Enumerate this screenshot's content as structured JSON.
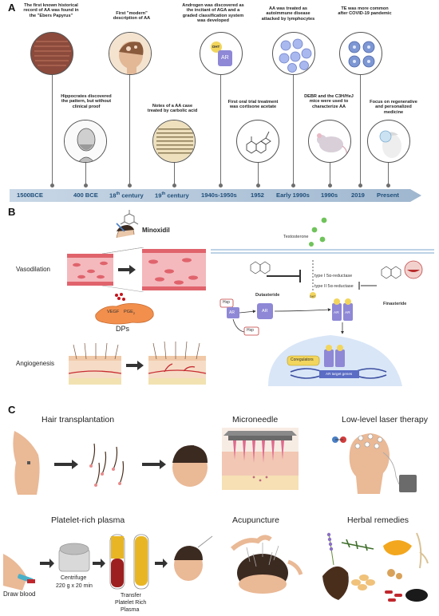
{
  "panels": {
    "a": "A",
    "b": "B",
    "c": "C"
  },
  "timeline": {
    "labels": [
      "1500BCE",
      "400 BCE",
      "18",
      "19",
      "1940s-1950s",
      "1952",
      "Early 1990s",
      "1990s",
      "2019",
      "Present"
    ],
    "century_suffix": "th",
    "century_word": "century",
    "events": [
      "The first known historical record of AA was found in the \"Ebers Papyrus\"",
      "Hippocrates discovered the pattern, but without clinical proof",
      "First \"modern\" description of AA",
      "Notes of a AA case treated by carbolic acid",
      "Androgen was discovered as the incitant of AGA and a graded classification system was developed",
      "First oral trial treatment was cortisone acetate",
      "AA was treated as autoimmune disease attacked by lymphocytes",
      "DEBR and the C3H/HeJ mice were used to characterize AA",
      "TE was more common after COVID-19 pandemic",
      "Focus on regenerative and personalized medicine"
    ],
    "dht": "DHT",
    "ar": "AR"
  },
  "panel_b": {
    "minoxidil": "Minoxidil",
    "vasodilation": "Vasodilation",
    "vegf": "VEGF",
    "pge": "PGE",
    "pge_sub": "2",
    "dps": "DPs",
    "angiogenesis": "Angiogenesis",
    "testosterone": "Testosterone",
    "type1": "type I 5α-reductase",
    "type2": "type II 5α-reductase",
    "dutasteride": "Dutasteride",
    "finasteride": "Finasteride",
    "hsp": "Hsp",
    "ar": "AR",
    "dht": "DHT",
    "coregulators": "Coregulators",
    "ar_target": "AR target genes"
  },
  "panel_c": {
    "hair_transplantation": "Hair transplantation",
    "microneedle": "Microneedle",
    "laser": "Low-level laser therapy",
    "prp": "Platelet-rich plasma",
    "acupuncture": "Acupuncture",
    "herbal": "Herbal remedies",
    "draw_blood": "Draw blood",
    "centrifuge": "Centrifuge",
    "centrifuge_params": "220 g x 20 min",
    "transfer_1": "Transfer",
    "transfer_2": "Platelet Rich",
    "transfer_3": "Plasma"
  },
  "colors": {
    "timeline_bar": "#9fb7cf",
    "timeline_text": "#1f4e79",
    "vessel_red": "#e0636c",
    "ar_purple": "#8e88d6",
    "dht_yellow": "#f2d55c",
    "nucleus_blue": "#d9e6f7",
    "plasma_yellow": "#e8b624",
    "blood_red": "#9e1f1f"
  }
}
